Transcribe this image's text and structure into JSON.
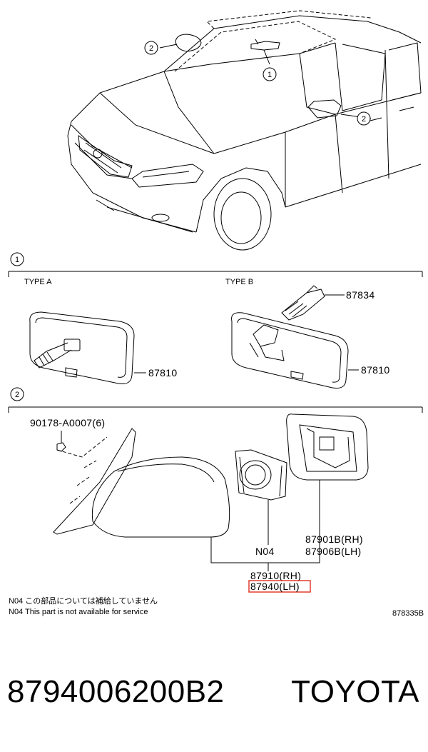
{
  "callouts": {
    "one": "1",
    "two": "2"
  },
  "section1": {
    "type_a": "TYPE A",
    "type_b": "TYPE B"
  },
  "parts": {
    "mirror_a": "87810",
    "mirror_b": "87810",
    "cover_b": "87834",
    "screw": "90178-A0007(6)",
    "glass_rh": "87901B(RH)",
    "glass_lh": "87906B(LH)",
    "n04": "N04",
    "assy_rh": "87910(RH)",
    "assy_lh": "87940(LH)"
  },
  "notes": {
    "jp": "N04 この部品については補給していません",
    "en": "N04 This part is not available for service"
  },
  "diagram_code": "878335B",
  "footer": {
    "part_number": "8794006200B2",
    "brand": "TOYOTA"
  },
  "colors": {
    "line": "#000000",
    "highlight": "#e0301e"
  }
}
